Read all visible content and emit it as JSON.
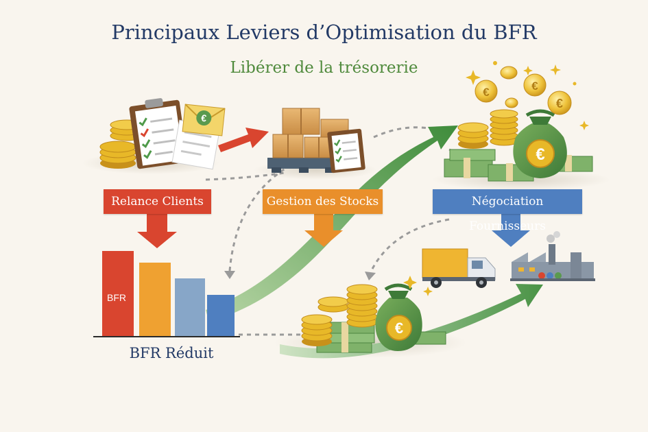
{
  "title": "Principaux Leviers d’Optimisation du BFR",
  "subtitle": "Libérer de la trésorerie",
  "levers": [
    {
      "label": "Relance Clients",
      "color": "#d9452f"
    },
    {
      "label": "Gestion des Stocks",
      "color": "#e98f2b"
    },
    {
      "label": "Négociation Fournisseurs",
      "color": "#4f7fc0"
    }
  ],
  "bfr_chart": {
    "bar_label": "BFR",
    "caption": "BFR Réduit",
    "bar_colors": [
      "#d9452f",
      "#efa131",
      "#87a6c8",
      "#4f7fc0"
    ]
  },
  "currency_symbol": "€",
  "colors": {
    "title": "#233a66",
    "subtitle": "#4f8a3c",
    "arrow_green": "#4f9a4a",
    "gold": "#e8b828",
    "money_green": "#5a9a4e"
  },
  "icons": [
    "coin-stack-icon",
    "clipboard-checklist-icon",
    "invoice-envelope-icon",
    "boxes-pallet-icon",
    "money-bag-icon",
    "banknote-stack-icon",
    "delivery-truck-icon",
    "factory-icon",
    "growth-arrow-icon"
  ]
}
